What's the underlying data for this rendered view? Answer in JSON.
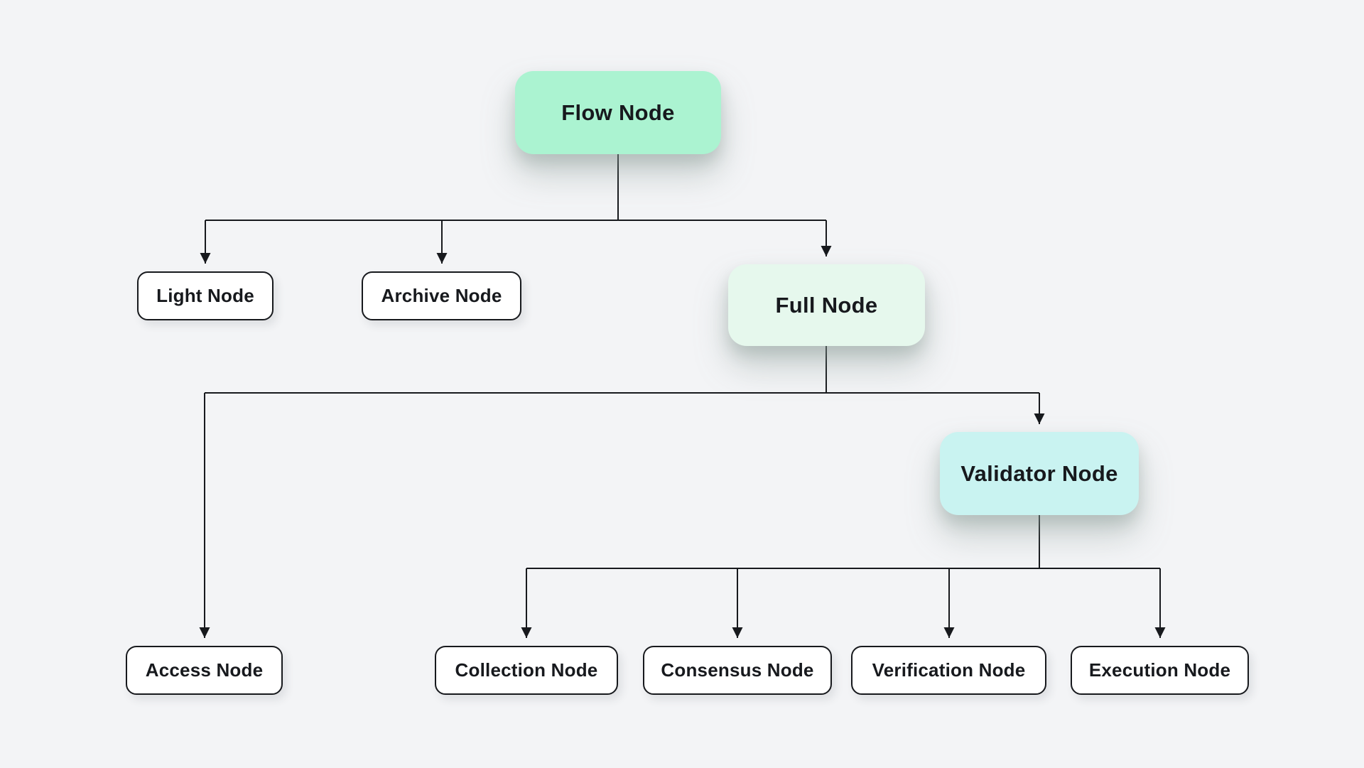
{
  "diagram": {
    "canvas": {
      "background_color": "#f3f4f6",
      "line_color": "#17191d",
      "text_color": "#17191d"
    },
    "nodes": [
      {
        "id": "flow",
        "label": "Flow Node",
        "fill": "#abf3d1",
        "variant": "highlight-mint"
      },
      {
        "id": "light",
        "label": "Light Node",
        "fill": "#ffffff",
        "variant": "outline"
      },
      {
        "id": "archive",
        "label": "Archive Node",
        "fill": "#ffffff",
        "variant": "outline"
      },
      {
        "id": "full",
        "label": "Full Node",
        "fill": "#e6f8ed",
        "variant": "highlight-pale-mint"
      },
      {
        "id": "validator",
        "label": "Validator Node",
        "fill": "#c9f3f1",
        "variant": "highlight-cyan"
      },
      {
        "id": "access",
        "label": "Access Node",
        "fill": "#ffffff",
        "variant": "outline"
      },
      {
        "id": "collection",
        "label": "Collection Node",
        "fill": "#ffffff",
        "variant": "outline"
      },
      {
        "id": "consensus",
        "label": "Consensus Node",
        "fill": "#ffffff",
        "variant": "outline"
      },
      {
        "id": "verification",
        "label": "Verification Node",
        "fill": "#ffffff",
        "variant": "outline"
      },
      {
        "id": "execution",
        "label": "Execution Node",
        "fill": "#ffffff",
        "variant": "outline"
      }
    ],
    "edges": [
      {
        "from": "Flow Node",
        "to": "Light Node"
      },
      {
        "from": "Flow Node",
        "to": "Archive Node"
      },
      {
        "from": "Flow Node",
        "to": "Full Node"
      },
      {
        "from": "Full Node",
        "to": "Access Node"
      },
      {
        "from": "Full Node",
        "to": "Validator Node"
      },
      {
        "from": "Validator Node",
        "to": "Collection Node"
      },
      {
        "from": "Validator Node",
        "to": "Consensus Node"
      },
      {
        "from": "Validator Node",
        "to": "Verification Node"
      },
      {
        "from": "Validator Node",
        "to": "Execution Node"
      }
    ]
  }
}
